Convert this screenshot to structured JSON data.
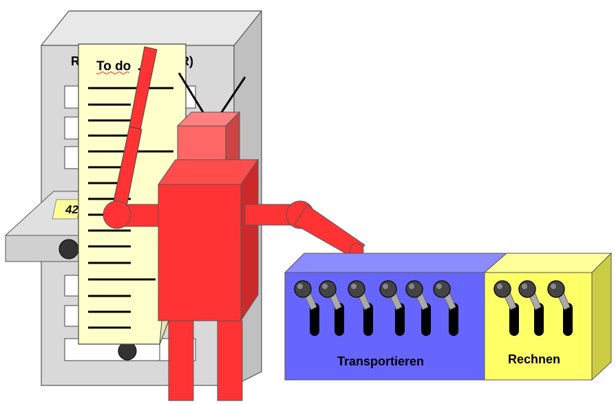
{
  "cabinet": {
    "label_partial": "R",
    "label_tail": "R)"
  },
  "drawer": {
    "note_partial": "42"
  },
  "todo": {
    "title": "To do",
    "ellipsis": "..."
  },
  "switchboard": {
    "transport_label": "Transportieren",
    "compute_label": "Rechnen",
    "transport_switch_count": 6,
    "compute_switch_count": 3
  },
  "colors": {
    "robot": "#ff3333",
    "robot_head": "#ff6666",
    "transport_panel": "#6666ff",
    "compute_panel": "#ffff66",
    "paper": "#ffffcc",
    "cabinet": "#d9d9d9"
  }
}
